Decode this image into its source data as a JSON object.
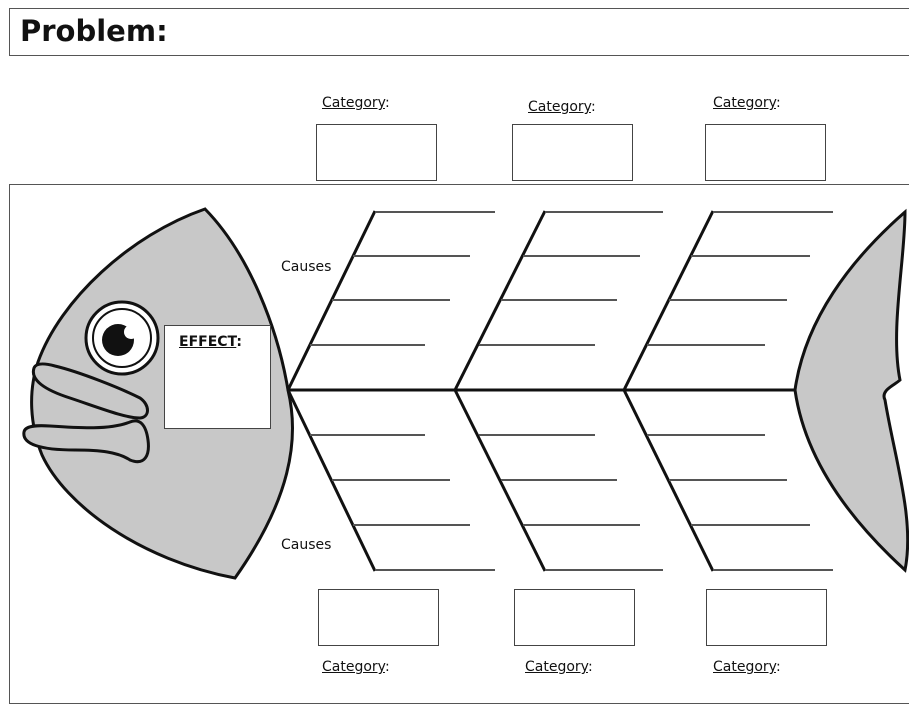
{
  "problem": {
    "label": "Problem:"
  },
  "effect": {
    "label": "EFFECT",
    "colon": ":"
  },
  "causes": {
    "top_label": "Causes",
    "bottom_label": "Causes"
  },
  "categories": {
    "top": [
      {
        "label": "Category",
        "colon": ":"
      },
      {
        "label": "Category",
        "colon": ":"
      },
      {
        "label": "Category",
        "colon": ":"
      }
    ],
    "bottom": [
      {
        "label": "Category",
        "colon": ":"
      },
      {
        "label": "Category",
        "colon": ":"
      },
      {
        "label": "Category",
        "colon": ":"
      }
    ]
  },
  "colors": {
    "fish_fill": "#c8c8c8",
    "outline": "#111111",
    "bone_line": "#555555"
  }
}
